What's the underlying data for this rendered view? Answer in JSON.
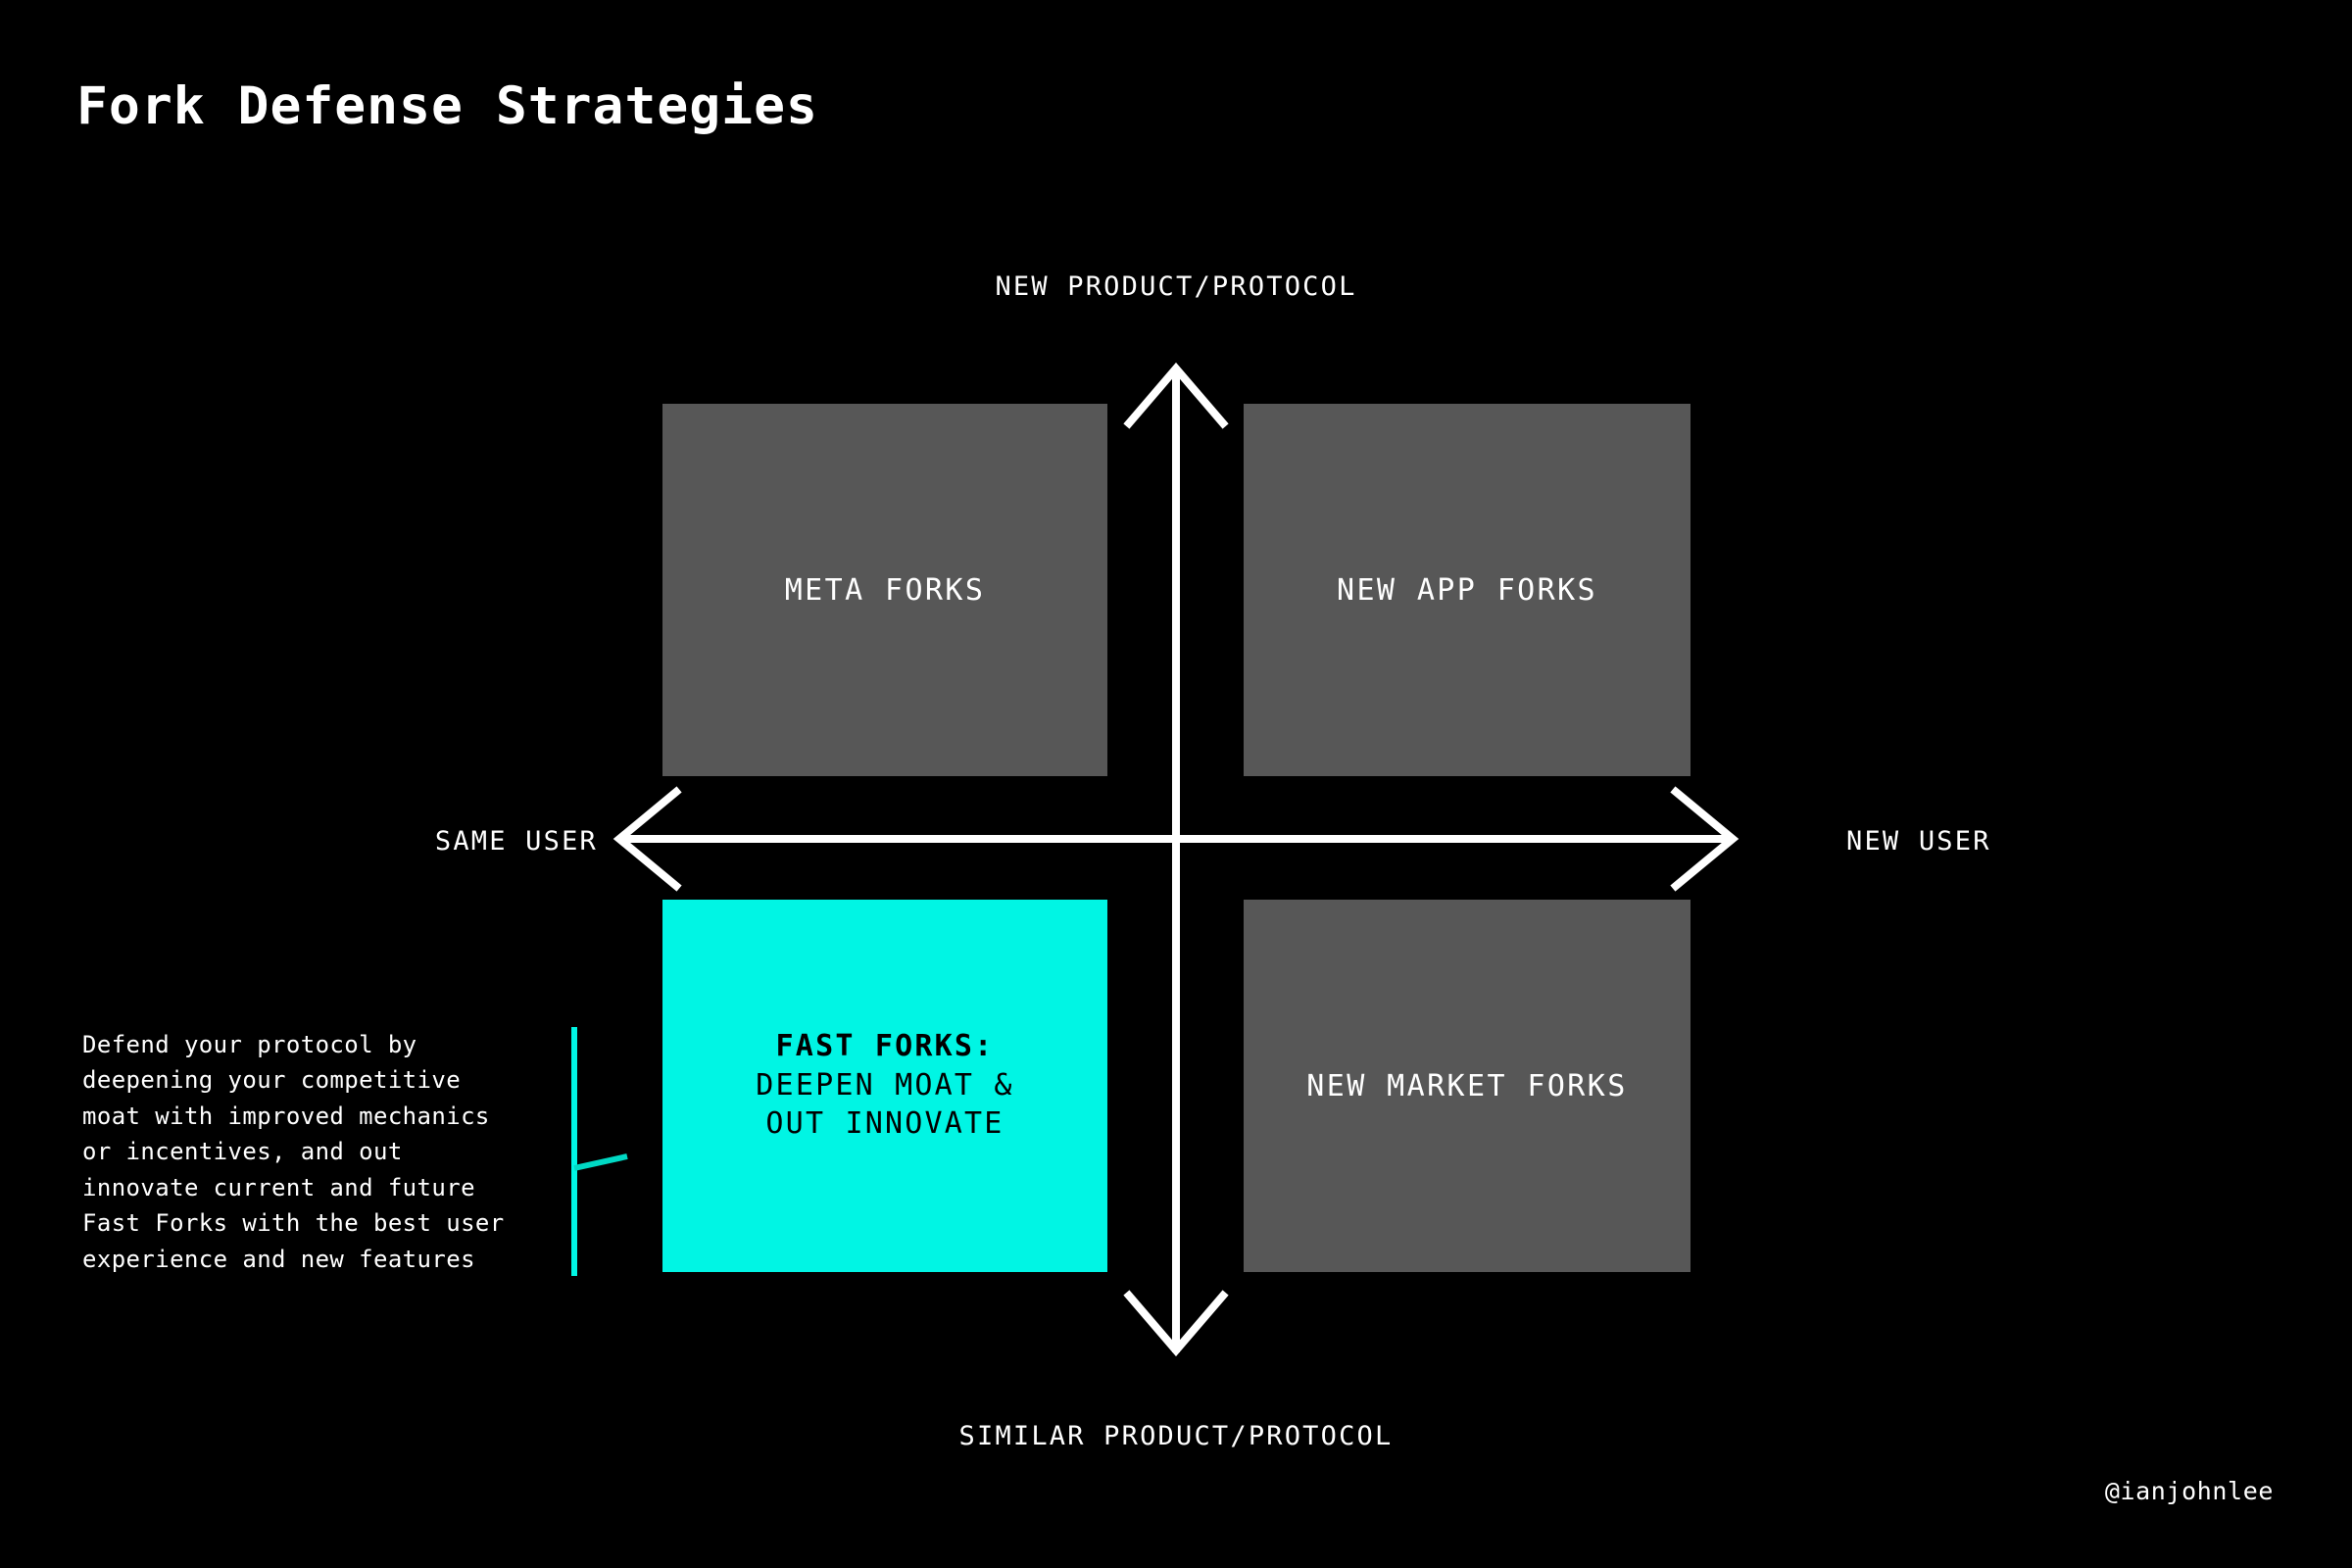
{
  "page": {
    "title": "Fork Defense Strategies",
    "background_color": "#000000",
    "accent_color": "#00F5E4",
    "box_color": "#575757",
    "text_color": "#FFFFFF",
    "handle": "@ianjohnlee"
  },
  "axes": {
    "top_label": "NEW PRODUCT/PROTOCOL",
    "bottom_label": "SIMILAR PRODUCT/PROTOCOL",
    "left_label": "SAME USER",
    "right_label": "NEW USER"
  },
  "quadrants": [
    {
      "id": "meta-forks",
      "label": "META FORKS",
      "position": "top-left",
      "highlighted": false
    },
    {
      "id": "new-app-forks",
      "label": "NEW APP FORKS",
      "position": "top-right",
      "highlighted": false
    },
    {
      "id": "fast-forks",
      "label_line1": "FAST FORKS:",
      "label_line2": "DEEPEN MOAT &",
      "label_line3": "OUT INNOVATE",
      "position": "bottom-left",
      "highlighted": true
    },
    {
      "id": "new-market-forks",
      "label": "NEW MARKET FORKS",
      "position": "bottom-right",
      "highlighted": false
    }
  ],
  "annotation": {
    "lines": [
      "Defend your protocol by",
      "deepening your competitive",
      "moat with improved mechanics",
      "or incentives, and out",
      "innovate current and future",
      "Fast Forks with the best user",
      "experience and new features"
    ]
  }
}
